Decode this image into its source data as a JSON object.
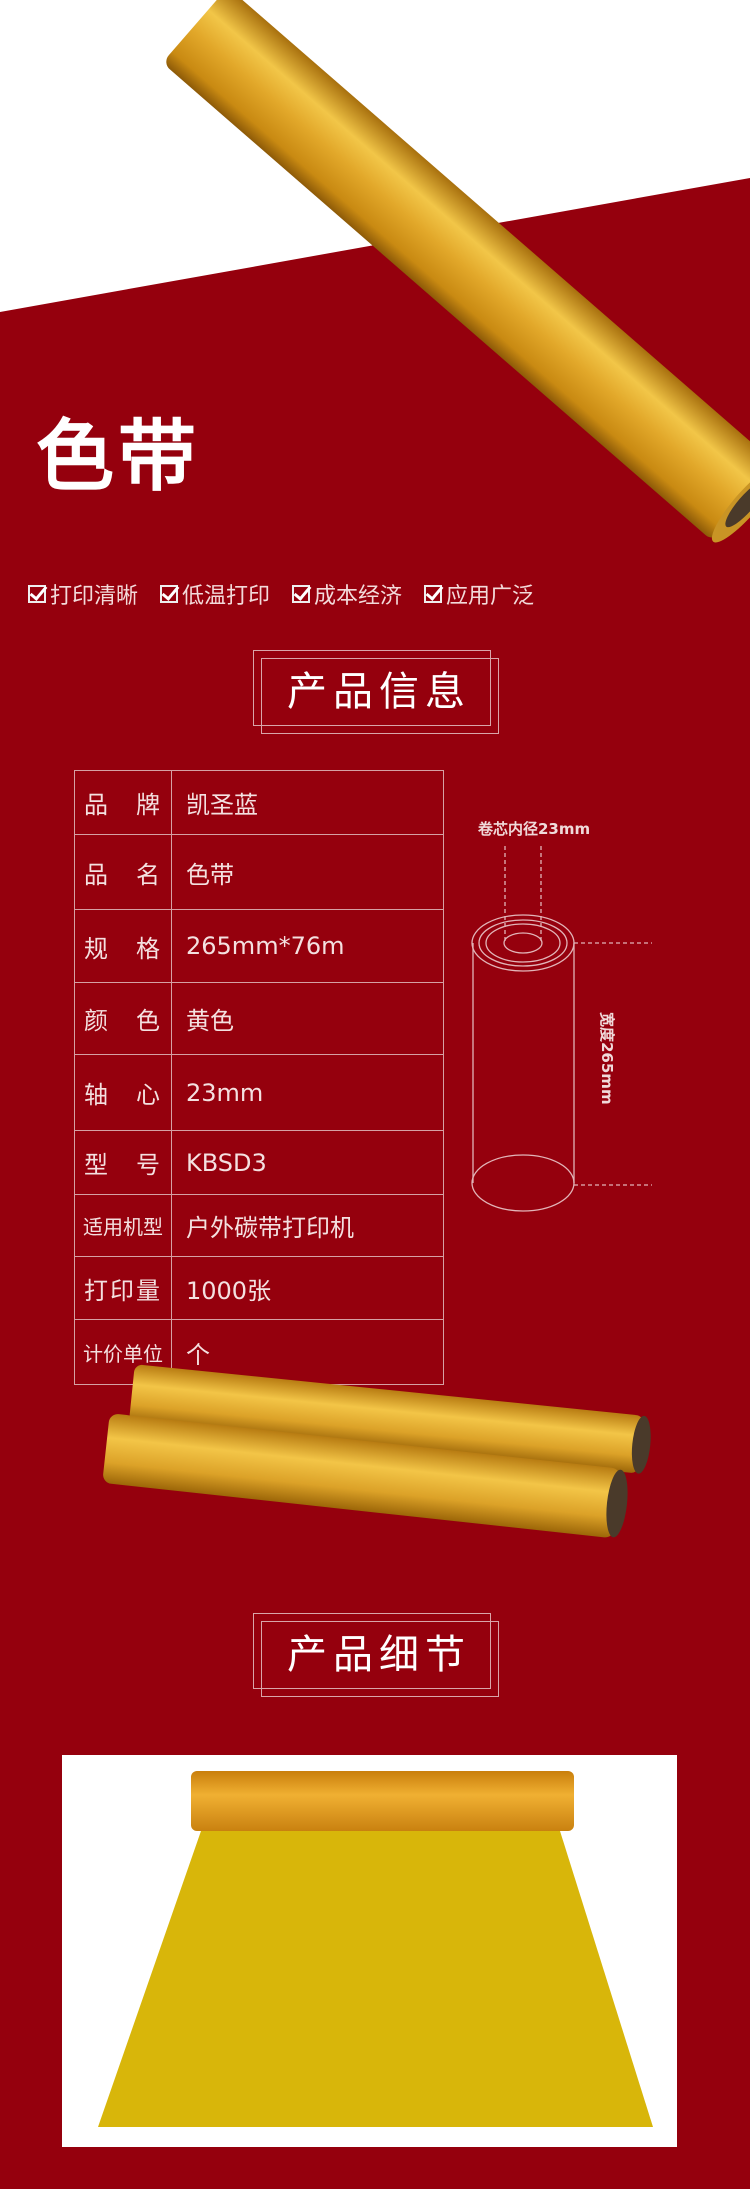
{
  "header": {
    "title": "色带",
    "features": [
      "打印清晰",
      "低温打印",
      "成本经济",
      "应用广泛"
    ]
  },
  "product_info": {
    "section_title": "产品信息",
    "rows": [
      {
        "label": "品　牌",
        "value": "凯圣蓝"
      },
      {
        "label": "品　名",
        "value": "色带"
      },
      {
        "label": "规　格",
        "value": "265mm*76m"
      },
      {
        "label": "颜　色",
        "value": "黄色"
      },
      {
        "label": "轴　心",
        "value": "23mm"
      },
      {
        "label": "型　号",
        "value": "KBSD3"
      },
      {
        "label": "适用机型",
        "value": "户外碳带打印机"
      },
      {
        "label": "打印量",
        "value": "1000张"
      },
      {
        "label": "计价单位",
        "value": "个"
      }
    ],
    "diagram": {
      "core_label": "卷芯内径23mm",
      "width_label": "宽度265mm"
    }
  },
  "product_detail": {
    "section_title": "产品细节"
  },
  "colors": {
    "background": "#95000d",
    "gold": "#e0a526",
    "yellow_film": "#d8b60a"
  }
}
